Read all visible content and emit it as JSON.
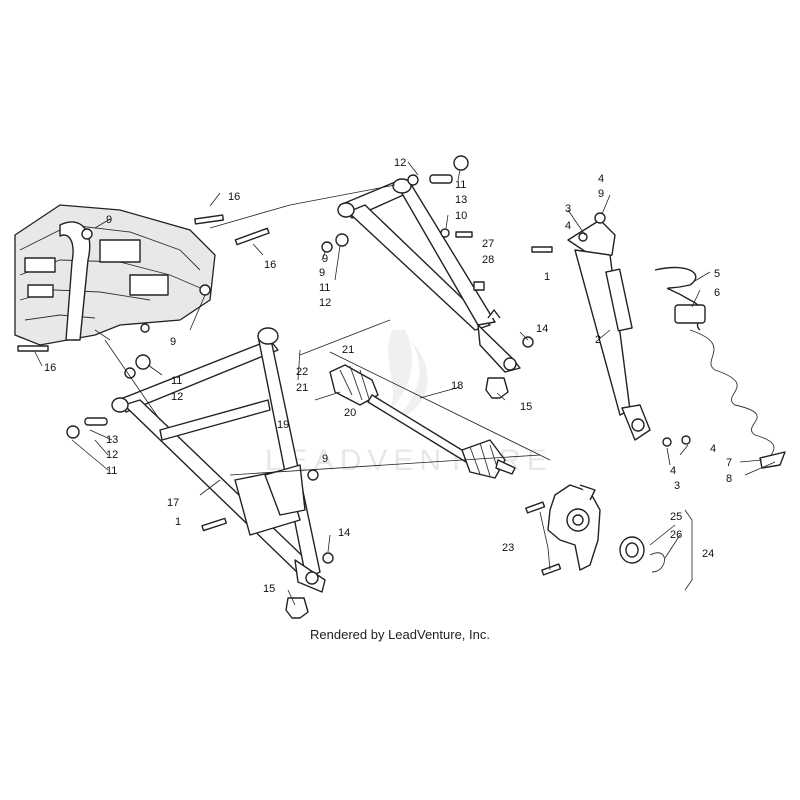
{
  "caption": "Rendered by LeadVenture, Inc.",
  "watermark": "LEADVENTURE",
  "callouts": [
    "16",
    "9",
    "16",
    "9",
    "16",
    "9",
    "12",
    "11",
    "13",
    "10",
    "27",
    "28",
    "9",
    "11",
    "12",
    "14",
    "15",
    "3",
    "4",
    "9",
    "4",
    "1",
    "2",
    "5",
    "6",
    "11",
    "12",
    "13",
    "12",
    "11",
    "22",
    "21",
    "21",
    "20",
    "19",
    "18",
    "9",
    "17",
    "1",
    "14",
    "15",
    "4",
    "4",
    "3",
    "7",
    "8",
    "23",
    "25",
    "26",
    "24"
  ]
}
